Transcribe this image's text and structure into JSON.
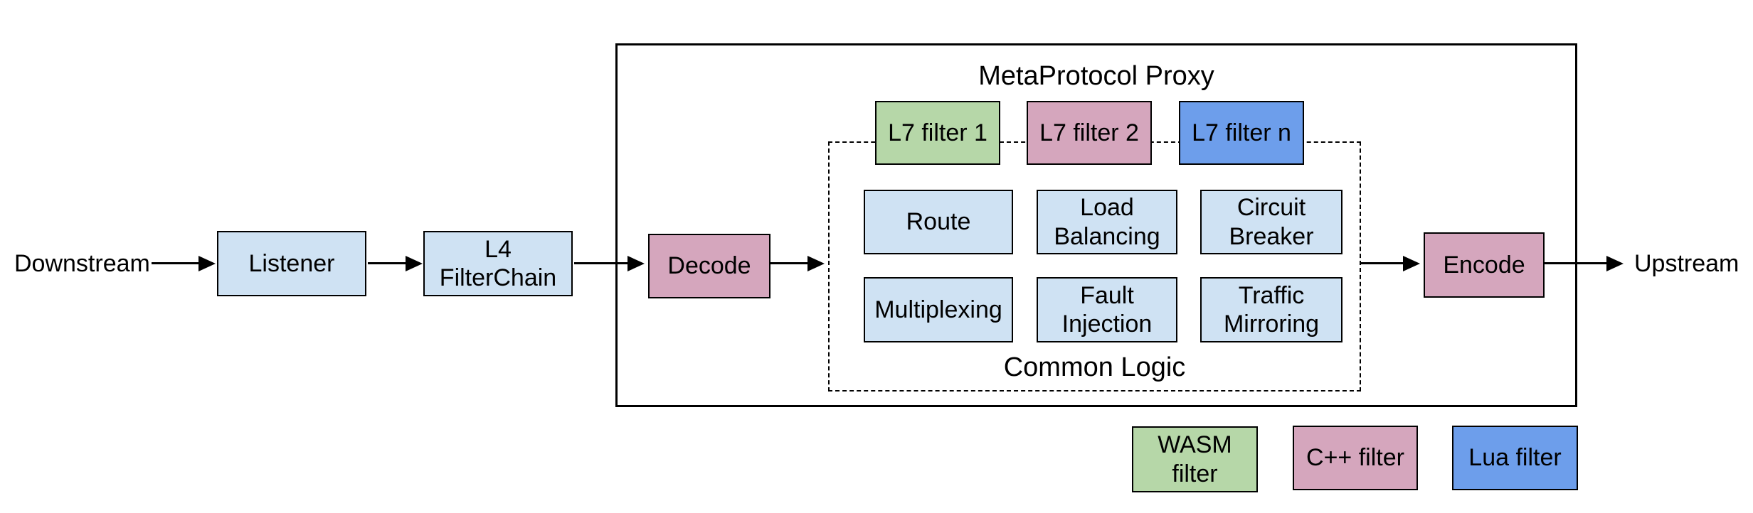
{
  "colors": {
    "light_blue": "#cfe2f3",
    "rose": "#d5a6bd",
    "green": "#b6d7a8",
    "cornflower_blue": "#6d9eeb",
    "line": "#000000"
  },
  "flow": {
    "downstream": "Downstream",
    "listener": "Listener",
    "l4_filterchain": "L4 FilterChain",
    "upstream": "Upstream"
  },
  "proxy": {
    "title": "MetaProtocol Proxy",
    "decode": "Decode",
    "encode": "Encode",
    "l7_filters": [
      {
        "label": "L7 filter 1",
        "type": "wasm",
        "color": "#b6d7a8"
      },
      {
        "label": "L7 filter 2",
        "type": "cpp",
        "color": "#d5a6bd"
      },
      {
        "label": "L7 filter n",
        "type": "lua",
        "color": "#6d9eeb"
      }
    ],
    "common_logic": {
      "label": "Common Logic",
      "items": [
        "Route",
        "Load Balancing",
        "Circuit Breaker",
        "Multiplexing",
        "Fault Injection",
        "Traffic Mirroring"
      ]
    }
  },
  "legend": [
    {
      "label": "WASM filter",
      "type": "wasm",
      "color": "#b6d7a8"
    },
    {
      "label": "C++ filter",
      "type": "cpp",
      "color": "#d5a6bd"
    },
    {
      "label": "Lua filter",
      "type": "lua",
      "color": "#6d9eeb"
    }
  ]
}
